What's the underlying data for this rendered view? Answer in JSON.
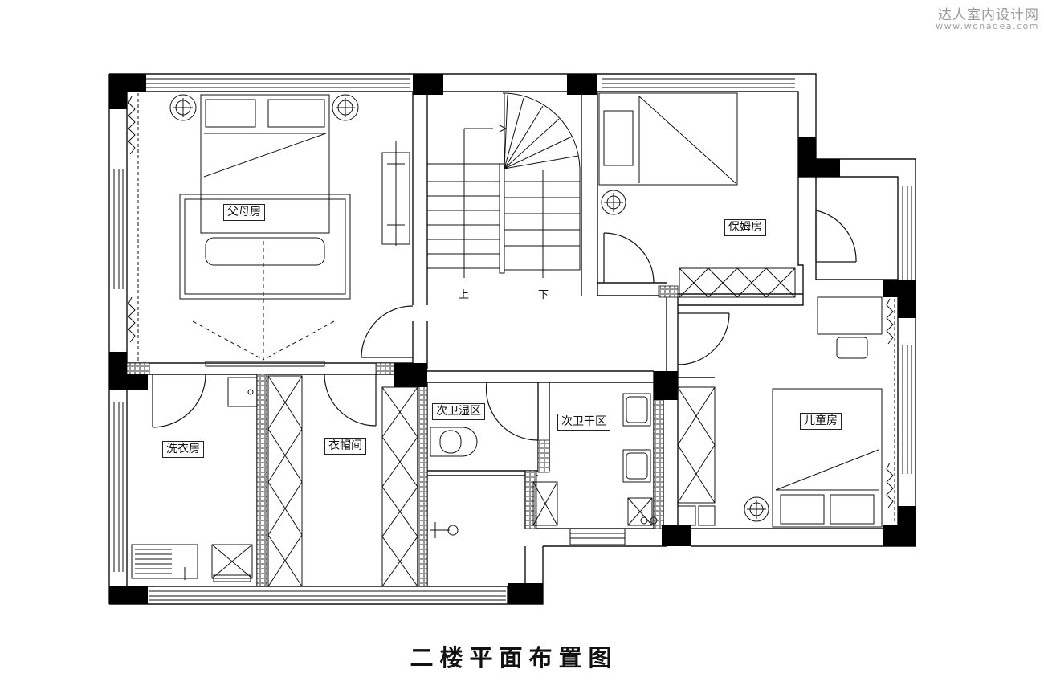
{
  "watermark": {
    "site_name": "达人室内设计网",
    "url": "www.wonadea.com"
  },
  "title": "二楼平面布置图",
  "rooms": {
    "parents_room": "父母房",
    "nanny_room": "保姆房",
    "laundry_room": "洗衣房",
    "cloakroom": "衣帽间",
    "bath_wet": "次卫湿区",
    "bath_dry": "次卫干区",
    "kids_room": "儿童房"
  },
  "stairs": {
    "up": "上",
    "down": "下"
  }
}
